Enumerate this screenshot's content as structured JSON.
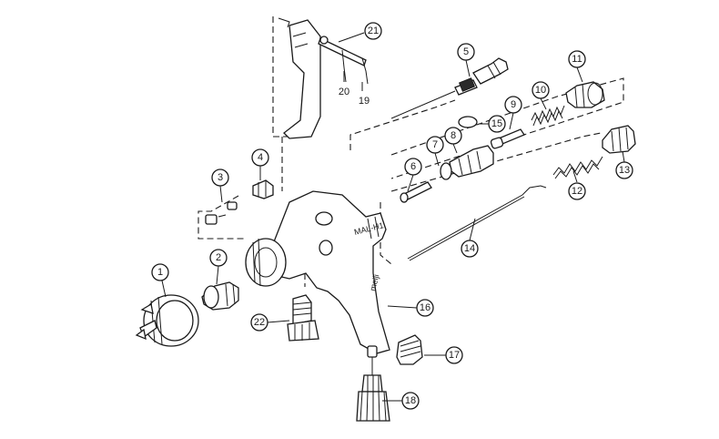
{
  "diagram": {
    "model_label": "MAL-H1",
    "brand_label": "meiji",
    "callouts": [
      {
        "id": "1",
        "text": "1"
      },
      {
        "id": "2",
        "text": "2"
      },
      {
        "id": "3",
        "text": "3"
      },
      {
        "id": "4",
        "text": "4"
      },
      {
        "id": "5",
        "text": "5"
      },
      {
        "id": "6",
        "text": "6"
      },
      {
        "id": "7",
        "text": "7"
      },
      {
        "id": "8",
        "text": "8"
      },
      {
        "id": "9",
        "text": "9"
      },
      {
        "id": "10",
        "text": "10"
      },
      {
        "id": "11",
        "text": "11"
      },
      {
        "id": "12",
        "text": "12"
      },
      {
        "id": "13",
        "text": "13"
      },
      {
        "id": "14",
        "text": "14"
      },
      {
        "id": "15",
        "text": "15"
      },
      {
        "id": "16",
        "text": "16"
      },
      {
        "id": "17",
        "text": "17"
      },
      {
        "id": "18",
        "text": "18"
      },
      {
        "id": "19",
        "text": "19"
      },
      {
        "id": "20",
        "text": "20"
      },
      {
        "id": "21",
        "text": "21"
      },
      {
        "id": "22",
        "text": "22"
      }
    ]
  }
}
